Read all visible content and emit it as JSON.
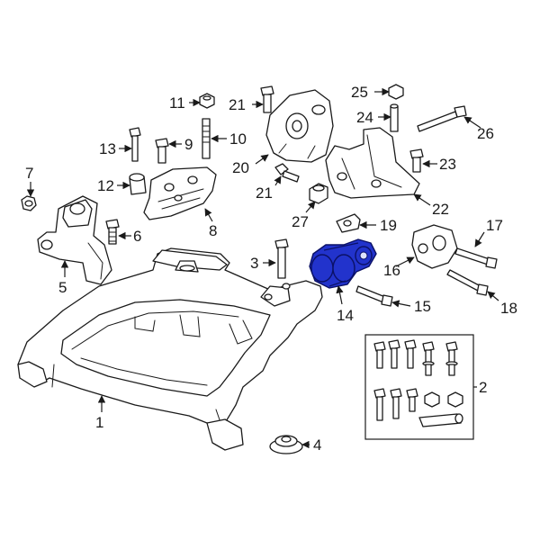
{
  "colors": {
    "highlight": "#2233cc",
    "line": "#1a1a1a",
    "background": "#ffffff"
  },
  "highlighted_part": "14",
  "callouts": {
    "c1": "1",
    "c2": "2",
    "c3": "3",
    "c4": "4",
    "c5": "5",
    "c6": "6",
    "c7": "7",
    "c8": "8",
    "c9": "9",
    "c10": "10",
    "c11": "11",
    "c12": "12",
    "c13": "13",
    "c14": "14",
    "c15": "15",
    "c16": "16",
    "c17": "17",
    "c18": "18",
    "c19": "19",
    "c20": "20",
    "c21a": "21",
    "c21b": "21",
    "c22": "22",
    "c23": "23",
    "c24": "24",
    "c25": "25",
    "c26": "26",
    "c27": "27"
  }
}
